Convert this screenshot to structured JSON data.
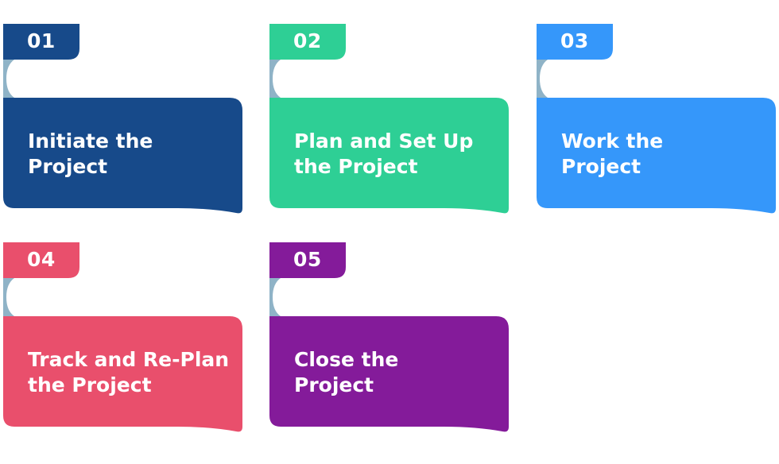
{
  "colors": {
    "step1": "#174a8a",
    "step2": "#2ecf95",
    "step3": "#3597fa",
    "step4": "#e94f6c",
    "step5": "#841b9a",
    "curl": "#8fb3c7"
  },
  "steps": [
    {
      "number": "01",
      "title_line1": "Initiate the",
      "title_line2": "Project"
    },
    {
      "number": "02",
      "title_line1": "Plan and Set Up",
      "title_line2": "the Project"
    },
    {
      "number": "03",
      "title_line1": "Work the",
      "title_line2": "Project"
    },
    {
      "number": "04",
      "title_line1": "Track and Re-Plan",
      "title_line2": "the Project"
    },
    {
      "number": "05",
      "title_line1": "Close the",
      "title_line2": "Project"
    }
  ]
}
